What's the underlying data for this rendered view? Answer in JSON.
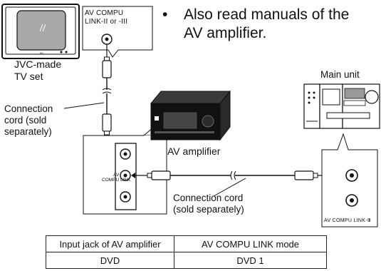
{
  "note": {
    "bullet": "•",
    "line1": "Also read manuals of the",
    "line2": "AV amplifier."
  },
  "tv": {
    "callout_line1": "AV COMPU",
    "callout_line2": "LINK-II or -III",
    "label_line1": "JVC-made",
    "label_line2": "TV set",
    "brand": "JVC"
  },
  "main_unit": {
    "label": "Main unit",
    "rear_label": "AV COMPU LINK-Ⅲ"
  },
  "amplifier": {
    "label": "AV amplifier",
    "jack_label_line1": "AV",
    "jack_label_line2": "COMPU LINK"
  },
  "cords": {
    "cord1_line1": "Connection",
    "cord1_line2": "cord (sold",
    "cord1_line3": "separately)",
    "cord2_line1": "Connection cord",
    "cord2_line2": "(sold separately)"
  },
  "table": {
    "headers": [
      "Input jack of AV amplifier",
      "AV COMPU LINK mode"
    ],
    "rows": [
      [
        "DVD",
        "DVD 1"
      ]
    ]
  }
}
